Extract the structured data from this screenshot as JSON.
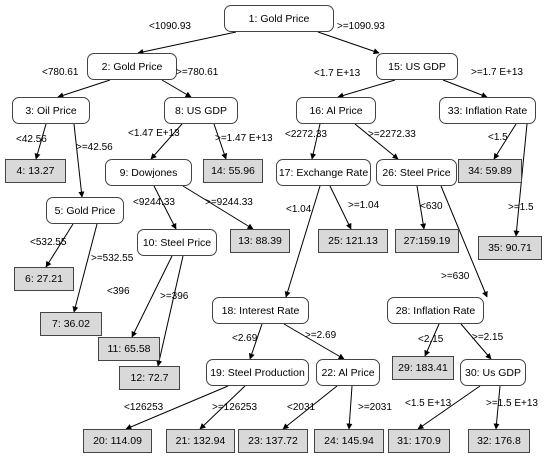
{
  "nodes": {
    "n1": "1: Gold Price",
    "n2": "2: Gold Price",
    "n15": "15: US GDP",
    "n3": "3: Oil Price",
    "n8": "8: US GDP",
    "n16": "16: Al Price",
    "n33": "33: Inflation Rate",
    "n4": "4: 13.27",
    "n5": "5: Gold Price",
    "n6": "6: 27.21",
    "n7": "7: 36.02",
    "n9": "9: Dowjones",
    "n14": "14: 55.96",
    "n10": "10: Steel Price",
    "n13": "13: 88.39",
    "n11": "11: 65.58",
    "n12": "12: 72.7",
    "n17": "17: Exchange Rate",
    "n26": "26: Steel Price",
    "n25": "25: 121.13",
    "n27": "27:159.19",
    "n18": "18: Interest Rate",
    "n19": "19: Steel Production",
    "n22": "22: Al Price",
    "n20": "20: 114.09",
    "n21": "21: 132.94",
    "n23": "23: 137.72",
    "n24": "24: 145.94",
    "n28": "28: Inflation Rate",
    "n29": "29: 183.41",
    "n30": "30: Us GDP",
    "n31": "31: 170.9",
    "n32": "32: 176.8",
    "n34": "34: 59.89",
    "n35": "35: 90.71"
  },
  "edges": {
    "e1_2": "<1090.93",
    "e1_15": ">=1090.93",
    "e2_3": "<780.61",
    "e2_8": ">=780.61",
    "e3_4": "<42.56",
    "e3_5": ">=42.56",
    "e5_6": "<532.55",
    "e5_7": ">=532.55",
    "e8_9": "<1.47 E+13",
    "e8_14": ">=1.47 E+13",
    "e9_10": "<9244.33",
    "e9_13": ">=9244.33",
    "e10_11": "<396",
    "e10_12": ">=396",
    "e15_16": "<1.7 E+13",
    "e15_33": ">=1.7 E+13",
    "e16_17": "<2272.33",
    "e16_26": ">=2272.33",
    "e17_18": "<1.04",
    "e17_25": ">=1.04",
    "e26_27": "<630",
    "e26_28": ">=630",
    "e18_19": "<2.69",
    "e18_22": ">=2.69",
    "e19_20": "<126253",
    "e19_21": ">=126253",
    "e22_23": "<2031",
    "e22_24": ">=2031",
    "e28_29": "<2.15",
    "e28_30": ">=2.15",
    "e30_31": "<1.5 E+13",
    "e30_32": ">=1.5 E+13",
    "e33_34": "<1.5",
    "e33_35": ">=1.5"
  }
}
